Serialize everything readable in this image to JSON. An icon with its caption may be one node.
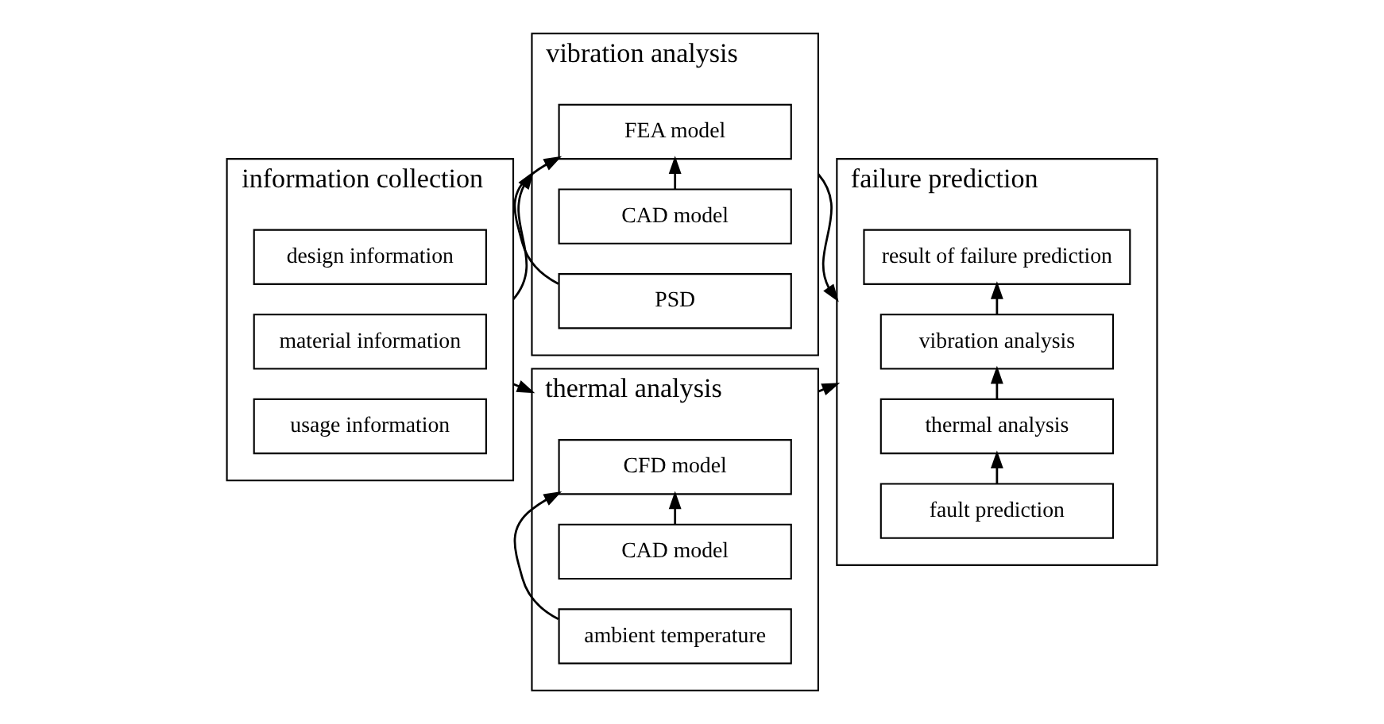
{
  "diagram": {
    "nodes": [
      {
        "text": [
          "information collection"
        ]
      },
      {
        "text": [
          "design information"
        ],
        "in": 0
      },
      {
        "text": [
          "material information"
        ],
        "in": 0
      },
      {
        "text": [
          "usage information"
        ],
        "in": 0
      },
      {
        "text": [
          "vibration analysis"
        ]
      },
      {
        "text": [
          "CAD model"
        ],
        "in": 4
      },
      {
        "text": [
          "FEA model"
        ],
        "in": 4
      },
      {
        "text": [
          "PSD"
        ],
        "in": 4
      },
      {
        "text": [
          "thermal analysis"
        ]
      },
      {
        "text": [
          "CAD model"
        ],
        "in": 8
      },
      {
        "text": [
          "CFD model"
        ],
        "in": 8
      },
      {
        "text": [
          "ambient temperature"
        ],
        "in": 8
      },
      {
        "text": [
          "failure prediction"
        ]
      },
      {
        "text": [
          "fault prediction"
        ],
        "in": 12
      },
      {
        "text": [
          "thermal analysis"
        ],
        "in": 12
      },
      {
        "text": [
          "vibration analysis"
        ],
        "in": 12
      },
      {
        "text": [
          "result of failure prediction"
        ],
        "in": 12
      }
    ],
    "edges": [
      {
        "from": 0,
        "to": 4,
        "arrow": "to"
      },
      {
        "from": 0,
        "to": 8,
        "arrow": "to"
      },
      {
        "from": 4,
        "to": 12,
        "arrow": "to"
      },
      {
        "from": 8,
        "to": 12,
        "arrow": "to"
      },
      {
        "from": 5,
        "to": 6,
        "arrow": "to"
      },
      {
        "from": 7,
        "to": 6,
        "arrow": "to"
      },
      {
        "from": 9,
        "to": 10,
        "arrow": "to"
      },
      {
        "from": 11,
        "to": 10,
        "arrow": "to"
      },
      {
        "from": 13,
        "to": 14,
        "arrow": "to"
      },
      {
        "from": 14,
        "to": 15,
        "arrow": "to"
      },
      {
        "from": 15,
        "to": 16,
        "arrow": "to"
      }
    ]
  }
}
